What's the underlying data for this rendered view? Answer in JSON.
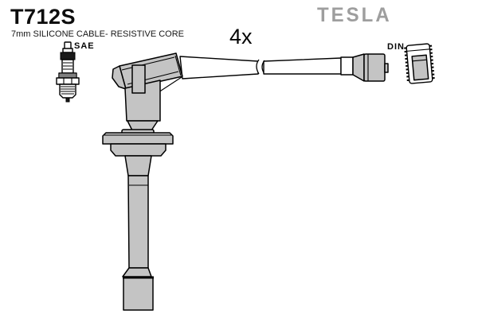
{
  "header": {
    "product_code": "T712S",
    "subtitle": "7mm SILICONE CABLE- RESISTIVE CORE",
    "brand_logo": "TESLA",
    "quantity_label": "4x"
  },
  "diagram": {
    "plug_end_standard": "SAE",
    "distributor_end_standard": "DIN",
    "parts": [
      "spark-plug-icon",
      "spark-plug-boot",
      "ignition-cable",
      "cable-break",
      "coil-terminal",
      "din-socket-icon"
    ]
  },
  "colors": {
    "background": "#ffffff",
    "outline": "#000000",
    "part_fill": "#c4c4c4",
    "part_dark": "#1a1a1a",
    "brand_gray": "#9e9e9e",
    "text": "#0d0d0d"
  }
}
